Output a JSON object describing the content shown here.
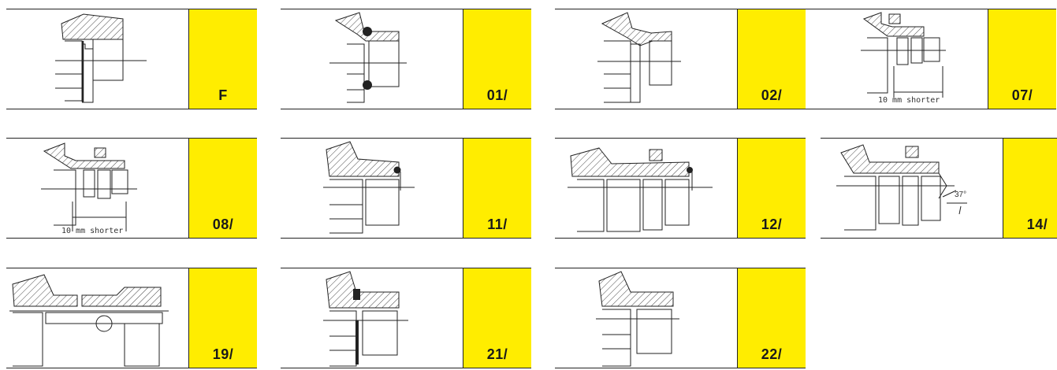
{
  "cards": [
    {
      "id": "F",
      "label": "F"
    },
    {
      "id": "01",
      "label": "01/"
    },
    {
      "id": "02",
      "label": "02/"
    },
    {
      "id": "07",
      "label": "07/",
      "note": "10 mm shorter"
    },
    {
      "id": "08",
      "label": "08/",
      "note": "10 mm shorter"
    },
    {
      "id": "11",
      "label": "11/"
    },
    {
      "id": "12",
      "label": "12/"
    },
    {
      "id": "14",
      "label": "14/",
      "angle": "37°"
    },
    {
      "id": "19",
      "label": "19/"
    },
    {
      "id": "21",
      "label": "21/"
    },
    {
      "id": "22",
      "label": "22/"
    }
  ],
  "colors": {
    "tag": "#ffed00",
    "line": "#222222"
  }
}
